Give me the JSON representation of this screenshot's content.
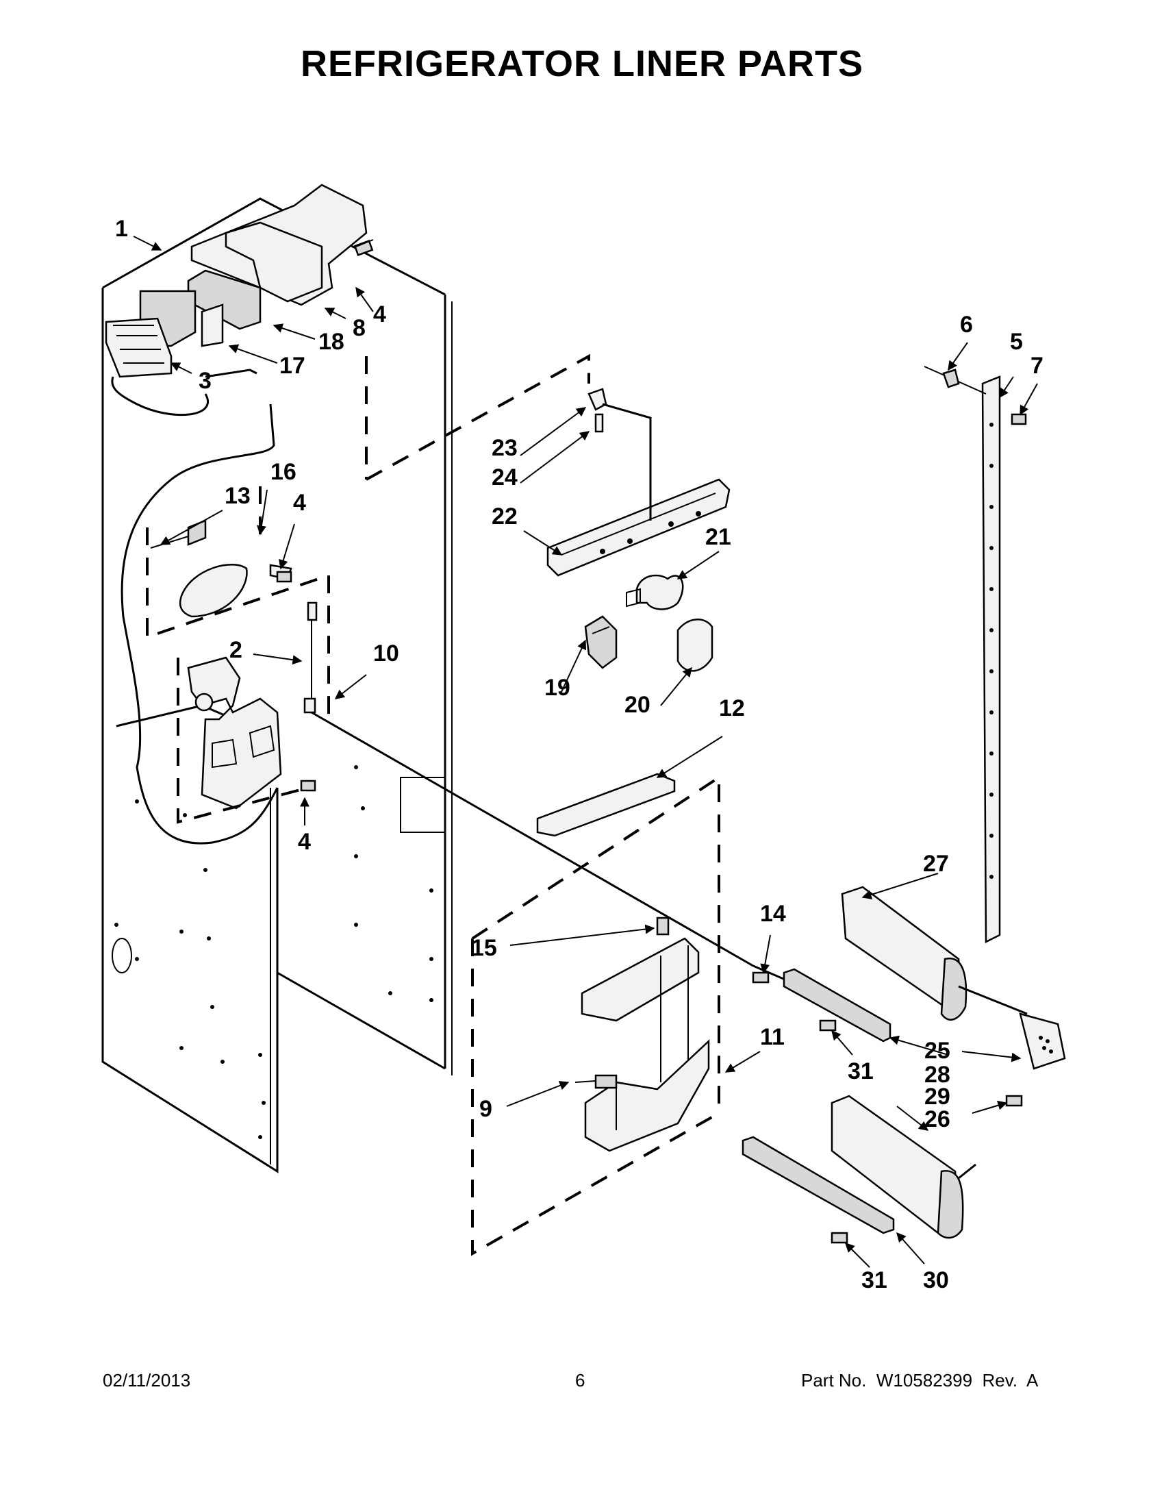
{
  "title": "REFRIGERATOR LINER PARTS",
  "footer": {
    "date": "02/11/2013",
    "page_number": "6",
    "part_number": "Part No.  W10582399  Rev.  A"
  },
  "callouts": [
    "1",
    "2",
    "3",
    "4",
    "4",
    "4",
    "5",
    "6",
    "7",
    "8",
    "9",
    "10",
    "11",
    "12",
    "13",
    "14",
    "15",
    "16",
    "17",
    "18",
    "19",
    "20",
    "21",
    "22",
    "23",
    "24",
    "25",
    "26",
    "27",
    "28",
    "29",
    "30",
    "31",
    "31"
  ]
}
